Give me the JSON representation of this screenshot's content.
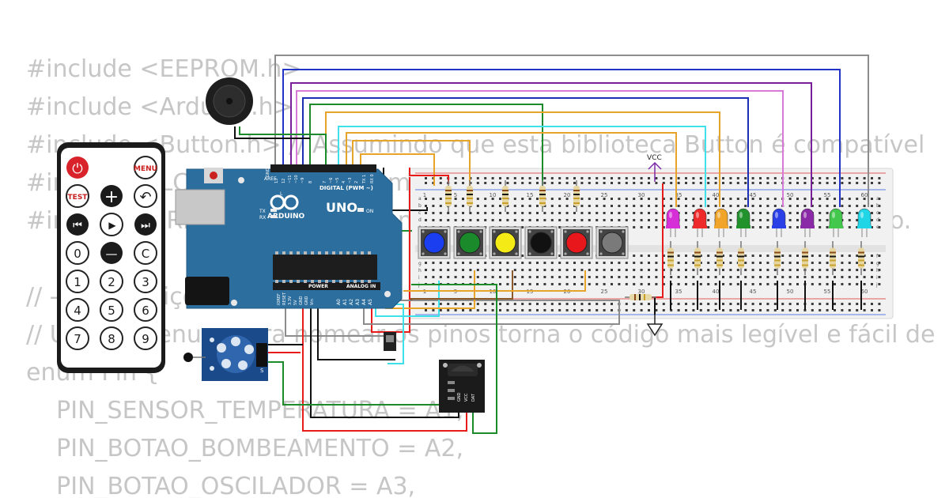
{
  "code_lines": [
    "#include <EEPROM.h>",
    "#include <Arduino.h>",
    "#include <Button.h> // Assumindo que esta biblioteca Button é compatível",
    "#include <LCD_I2C.h> // Assumindo que esta biblioteca é compatível 10",
    "#include <IRremote.h> // Assumindo que esta biblioteca é compatível no.",
    "",
    "// ----- Definições -----",
    "// Usar um enum para nomear os pinos torna o código mais legível e fácil de",
    "enum Pin {",
    "    PIN_SENSOR_TEMPERATURA = A1,",
    "    PIN_BOTAO_BOMBEAMENTO = A2,",
    "    PIN_BOTAO_OSCILADOR = A3,"
  ],
  "remote": {
    "power": "⏻",
    "menu": "MENU",
    "test": "TEST",
    "plus": "+",
    "back": "↶",
    "prev": "⏮",
    "play": "▶",
    "next": "⏭",
    "zero": "0",
    "minus": "—",
    "clear": "C",
    "digits": [
      "1",
      "2",
      "3",
      "4",
      "5",
      "6",
      "7",
      "8",
      "9"
    ]
  },
  "arduino": {
    "aref": "AREF",
    "gnd": "GND",
    "pin_labels": [
      "13",
      "12",
      "~11",
      "~10",
      "~9",
      "8",
      "7",
      "~6",
      "~5",
      "4",
      "~3",
      "2",
      "TX 1",
      "RX 0"
    ],
    "digital": "DIGITAL (PWM ~)",
    "brand": "ARDUINO",
    "model": "UNO",
    "on": "ON",
    "tx": "TX",
    "rx": "RX",
    "l": "L",
    "power": "POWER",
    "analog": "ANALOG IN",
    "power_pins": [
      "IOREF",
      "RESET",
      "3.3V",
      "5V",
      "GND",
      "GND",
      "Vin"
    ],
    "analog_pins": [
      "A0",
      "A1",
      "A2",
      "A3",
      "A4",
      "A5"
    ]
  },
  "breadboard": {
    "columns": [
      "1",
      "5",
      "10",
      "15",
      "20",
      "25",
      "30",
      "35",
      "40",
      "45",
      "50",
      "55",
      "60"
    ],
    "rows_top": [
      "a",
      "b",
      "c",
      "d",
      "e"
    ],
    "rows_bottom": [
      "f",
      "g",
      "h",
      "i",
      "j"
    ]
  },
  "vcc_label": "VCC",
  "ir_sensor_pin": "S",
  "ir_module_pins": [
    "GND",
    "VCC",
    "DAT"
  ],
  "button_colors": [
    "#1b3ff0",
    "#1a8a2a",
    "#f4ea16",
    "#111111",
    "#e8171b",
    "#7a7a7a"
  ],
  "led_colors": [
    "#d72fd8",
    "#ee2a2a",
    "#f0a52a",
    "#22922d",
    "#2b3fe6",
    "#8a2aa7",
    "#43c84d",
    "#20d6e6"
  ]
}
